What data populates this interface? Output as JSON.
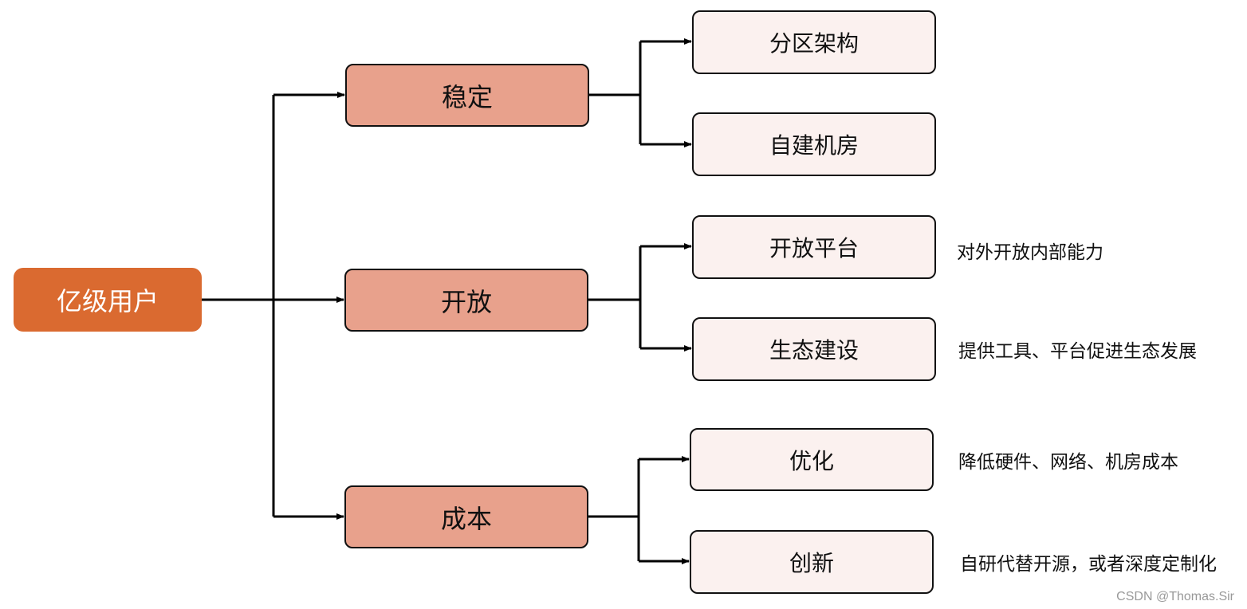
{
  "root": {
    "label": "亿级用户"
  },
  "branches": [
    {
      "label": "稳定",
      "children": [
        {
          "label": "分区架构",
          "note": ""
        },
        {
          "label": "自建机房",
          "note": ""
        }
      ]
    },
    {
      "label": "开放",
      "children": [
        {
          "label": "开放平台",
          "note": "对外开放内部能力"
        },
        {
          "label": "生态建设",
          "note": "提供工具、平台促进生态发展"
        }
      ]
    },
    {
      "label": "成本",
      "children": [
        {
          "label": "优化",
          "note": "降低硬件、网络、机房成本"
        },
        {
          "label": "创新",
          "note": "自研代替开源，或者深度定制化"
        }
      ]
    }
  ],
  "watermark": "CSDN @Thomas.Sir",
  "colors": {
    "root": "#DA6A30",
    "branch": "#E8A18C",
    "leaf": "#FBF1EF",
    "line": "#000000"
  }
}
